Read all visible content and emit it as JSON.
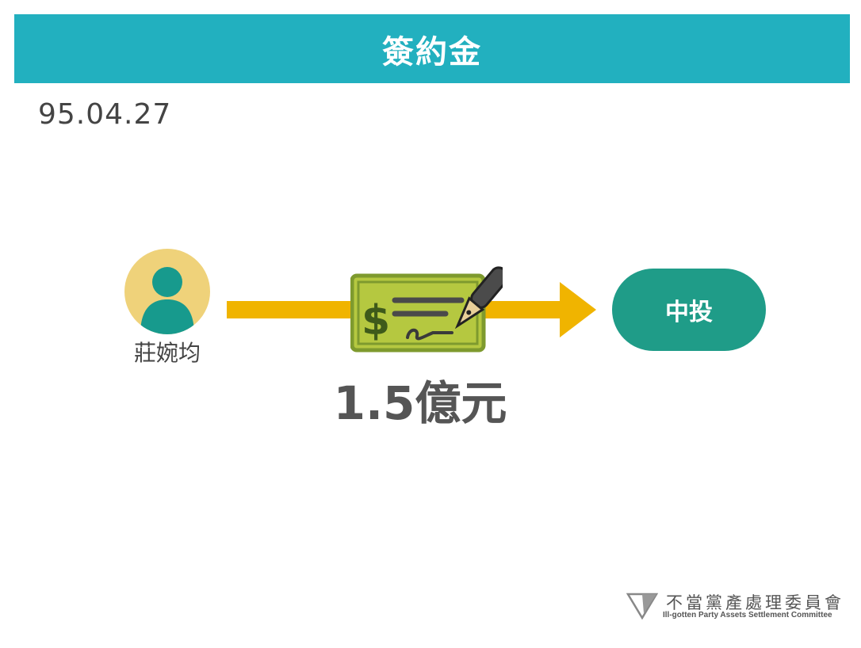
{
  "header": {
    "title": "簽約金"
  },
  "date": "95.04.27",
  "payer": {
    "name": "莊婉均",
    "icon": "person-icon"
  },
  "transfer": {
    "amount": "1.5億元",
    "icon": "check-with-pen-icon"
  },
  "recipient": {
    "label": "中投"
  },
  "footer": {
    "org_cn": "不當黨產處理委員會",
    "org_en": "Ill-gotten Party Assets Settlement Committee",
    "icon": "committee-logo-icon"
  },
  "colors": {
    "header_bg": "#22b0bf",
    "avatar_bg": "#efd27a",
    "person": "#179a8d",
    "arrow": "#f0b400",
    "check_bg": "#b5c840",
    "check_border": "#7e9a2e",
    "recipient_bg": "#1f9c88"
  }
}
